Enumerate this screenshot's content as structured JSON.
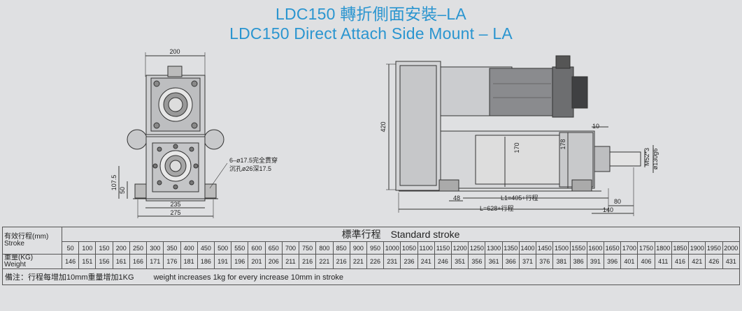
{
  "title": {
    "zh": "LDC150 轉折側面安裝–LA",
    "en": "LDC150 Direct Attach Side Mount – LA"
  },
  "left_view": {
    "dim_top": "200",
    "dim_h1": "107.5",
    "dim_h2": "50",
    "dim_w1": "235",
    "dim_w2": "275",
    "hole_note_1": "6–ø17.5完全貫穿",
    "hole_note_2": "沉孔ø26深17.5"
  },
  "right_view": {
    "dim_420": "420",
    "dim_10": "10",
    "dim_170": "170",
    "dim_178": "178",
    "dim_m52": "M52*3",
    "dim_130": "ø130g6",
    "dim_48": "48",
    "dim_l1": "L1=405+行程",
    "dim_l": "L=628+行程",
    "dim_80": "80",
    "dim_140": "140"
  },
  "table": {
    "stroke_label_zh": "有效行程(mm)",
    "stroke_label_en": "Stroke",
    "header": "標準行程　Standard stroke",
    "weight_label_zh": "重量(KG)",
    "weight_label_en": "Weight",
    "strokes": [
      "50",
      "100",
      "150",
      "200",
      "250",
      "300",
      "350",
      "400",
      "450",
      "500",
      "550",
      "600",
      "650",
      "700",
      "750",
      "800",
      "850",
      "900",
      "950",
      "1000",
      "1050",
      "1100",
      "1150",
      "1200",
      "1250",
      "1300",
      "1350",
      "1400",
      "1450",
      "1500",
      "1550",
      "1600",
      "1650",
      "1700",
      "1750",
      "1800",
      "1850",
      "1900",
      "1950",
      "2000"
    ],
    "weights": [
      "146",
      "151",
      "156",
      "161",
      "166",
      "171",
      "176",
      "181",
      "186",
      "191",
      "196",
      "201",
      "206",
      "211",
      "216",
      "221",
      "216",
      "221",
      "226",
      "231",
      "236",
      "241",
      "246",
      "351",
      "356",
      "361",
      "366",
      "371",
      "376",
      "381",
      "386",
      "391",
      "396",
      "401",
      "406",
      "411",
      "416",
      "421",
      "426",
      "431"
    ],
    "note_zh": "備注：行程每增加10mm重量增加1KG",
    "note_en": "weight increases 1kg for every increase 10mm in stroke"
  }
}
